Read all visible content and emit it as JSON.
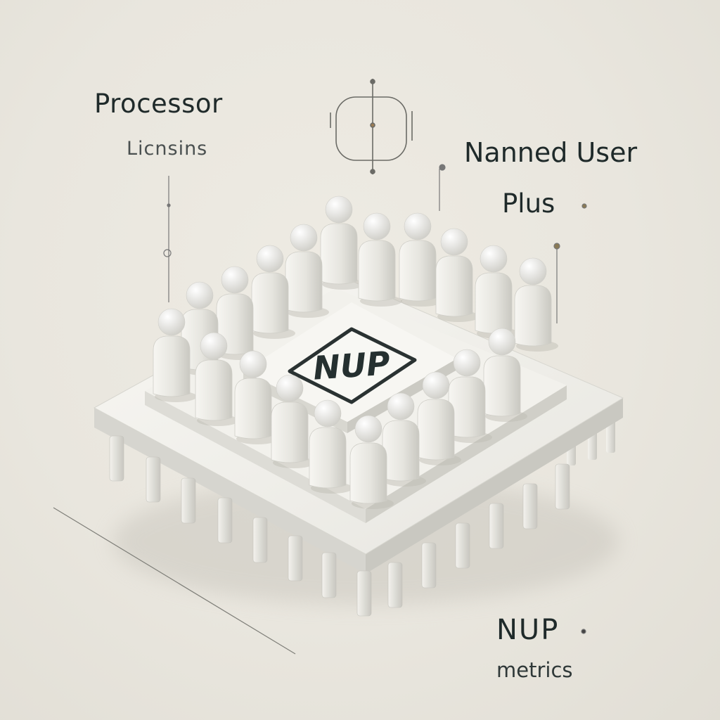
{
  "labels": {
    "processor": "Processor",
    "licensing": "Licnsins",
    "named_user": "Nanned User",
    "plus": "Plus",
    "nup": "NUP",
    "metrics": "metrics"
  },
  "chip_label": "NUP",
  "icons": {
    "top_center": "crosshair-clock-icon"
  },
  "colors": {
    "background": "#ebe8e0",
    "chip_surface": "#f4f3ee",
    "figure": "#ecebe6",
    "text": "#1f2a2a",
    "chip_label_border": "#2a3232"
  }
}
